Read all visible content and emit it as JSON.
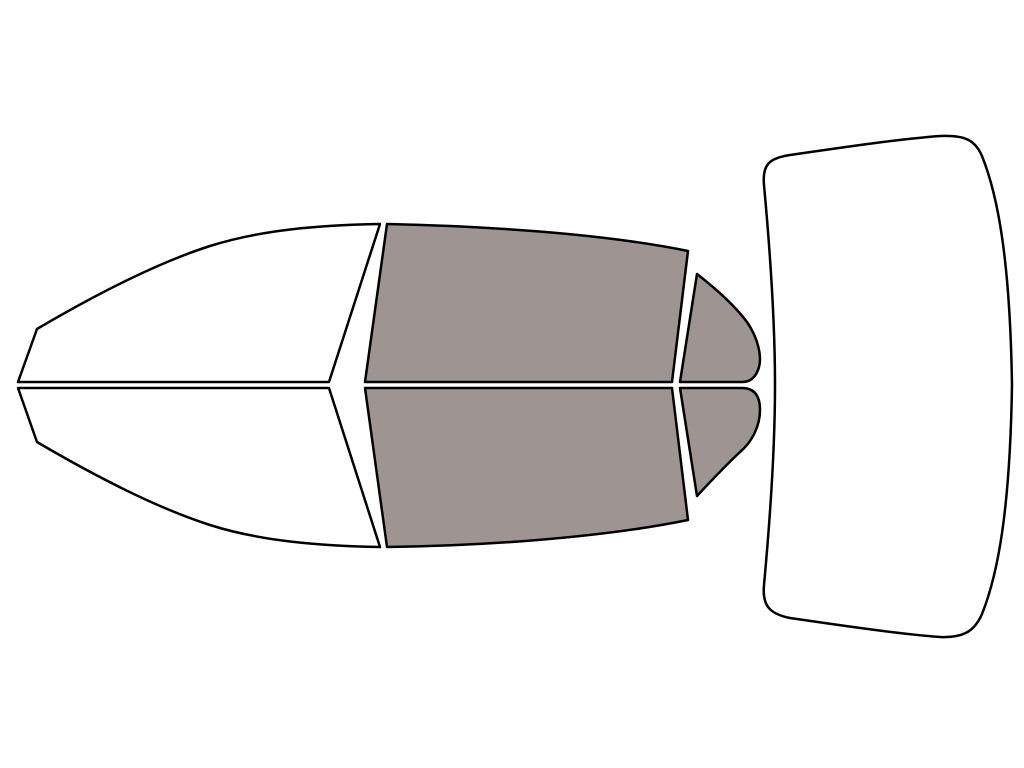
{
  "diagram": {
    "colors": {
      "outline": "#000000",
      "tinted": "#9e9492",
      "untinted": "#ffffff",
      "background": "#ffffff"
    },
    "panes": [
      {
        "name": "front-windshield-upper-half",
        "tinted": false
      },
      {
        "name": "front-windshield-lower-half",
        "tinted": false
      },
      {
        "name": "front-side-window-upper",
        "tinted": true
      },
      {
        "name": "front-side-window-lower",
        "tinted": true
      },
      {
        "name": "rear-side-window-upper",
        "tinted": true
      },
      {
        "name": "rear-side-window-lower",
        "tinted": true
      },
      {
        "name": "rear-windshield",
        "tinted": false
      }
    ]
  }
}
